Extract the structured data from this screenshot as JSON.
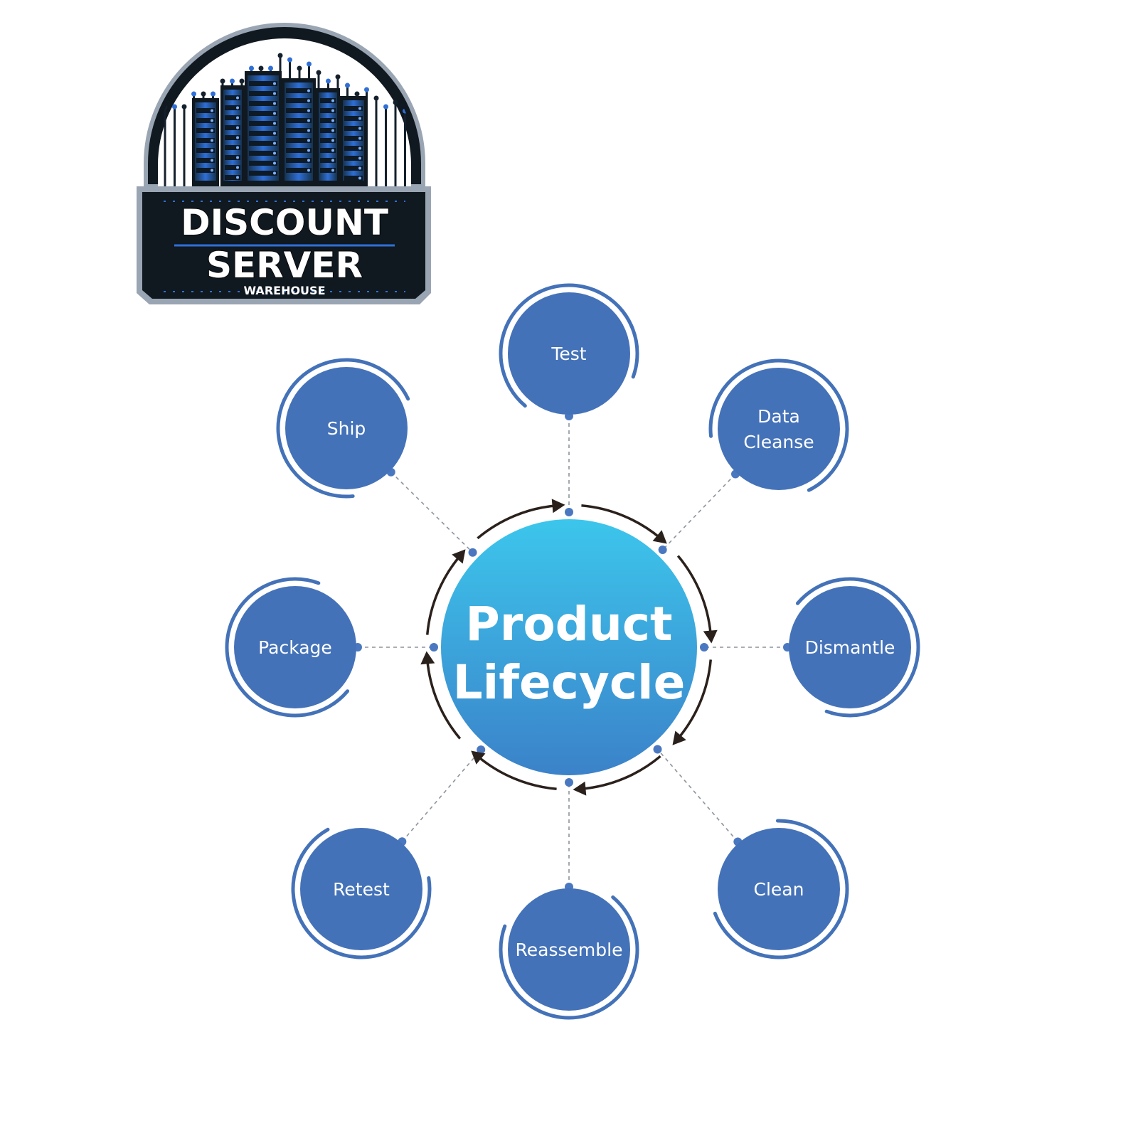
{
  "logo": {
    "line1": "DISCOUNT",
    "line2": "SERVER",
    "line3": "WAREHOUSE",
    "colors": {
      "dark": "#101820",
      "accent": "#2f6fd6",
      "outline": "#8a96a6"
    }
  },
  "center": {
    "line1": "Product",
    "line2": "Lifecycle",
    "colors": {
      "top": "#3cc6ec",
      "bottom": "#3b82c9"
    }
  },
  "stages": [
    {
      "label": "Test"
    },
    {
      "label": "Data Cleanse"
    },
    {
      "label": "Dismantle"
    },
    {
      "label": "Clean"
    },
    {
      "label": "Reassemble"
    },
    {
      "label": "Retest"
    },
    {
      "label": "Package"
    },
    {
      "label": "Ship"
    }
  ],
  "colors": {
    "node_fill": "#4472b8",
    "node_ring": "#4472b8",
    "connector": "#8d949c",
    "connector_dot": "#4a78c0",
    "cycle_arrow": "#2b211c"
  },
  "cycle_direction": "clockwise",
  "icons": {
    "logo": "server-rack-logo-icon",
    "arrow": "cycle-arrow-icon"
  }
}
